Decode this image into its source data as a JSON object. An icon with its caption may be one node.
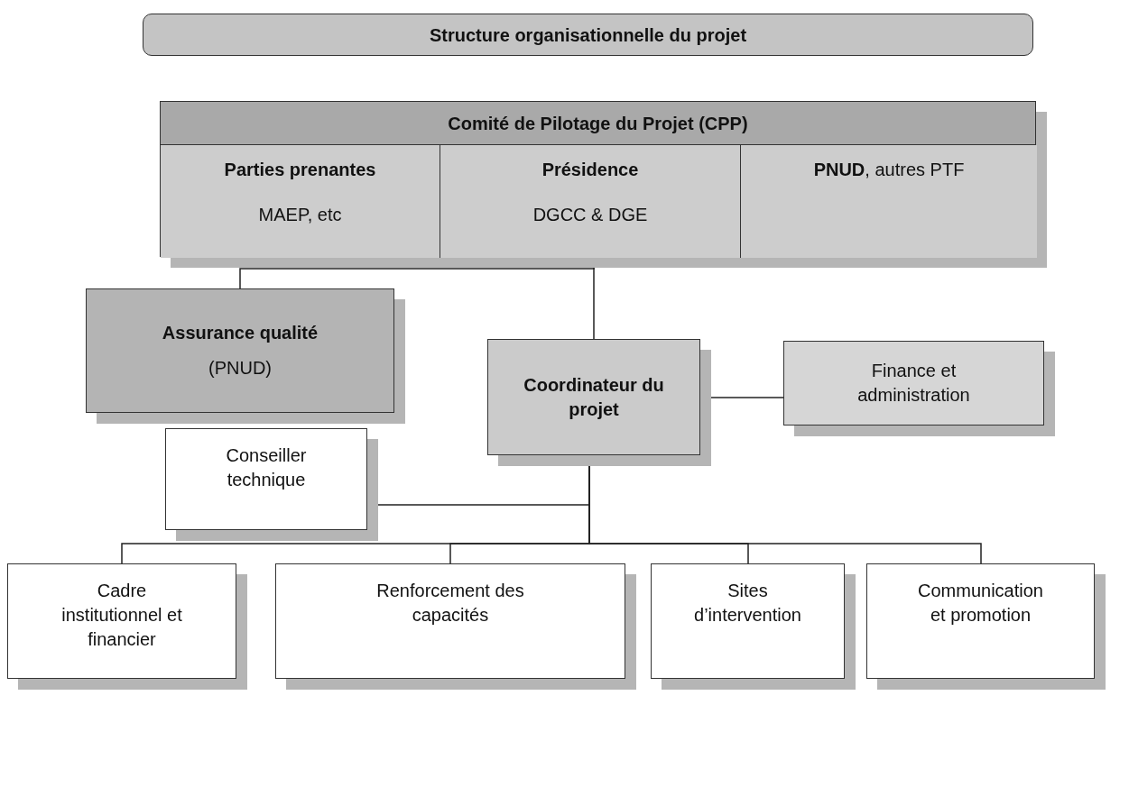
{
  "diagram": {
    "title": "Structure organisationnelle du projet",
    "nodes": [
      {
        "text": [
          "Comité de Pilotage du Projet (CPP)"
        ]
      },
      {
        "text": [
          "Parties prenantes",
          "MAEP, etc"
        ],
        "in": 0
      },
      {
        "text": [
          "Présidence",
          "DGCC & DGE"
        ],
        "in": 0
      },
      {
        "text": [
          "**PNUD**, autres PTF"
        ],
        "in": 0
      },
      {
        "text": [
          "Assurance qualité",
          "(PNUD)"
        ]
      },
      {
        "text": [
          "Coordinateur du projet"
        ]
      },
      {
        "text": [
          "Finance et administration"
        ]
      },
      {
        "text": [
          "Conseiller technique"
        ]
      },
      {
        "text": [
          "Cadre institutionnel et financier"
        ]
      },
      {
        "text": [
          "Renforcement des capacités"
        ]
      },
      {
        "text": [
          "Sites d’intervention"
        ]
      },
      {
        "text": [
          "Communication et promotion"
        ]
      }
    ],
    "edges": [
      {
        "from": 0,
        "to": 4,
        "arrow": "none"
      },
      {
        "from": 0,
        "to": 5,
        "arrow": "none"
      },
      {
        "from": 5,
        "to": 6,
        "arrow": "none"
      },
      {
        "from": 5,
        "to": 7,
        "arrow": "none"
      },
      {
        "from": 5,
        "to": 8,
        "arrow": "none"
      },
      {
        "from": 5,
        "to": 9,
        "arrow": "none"
      },
      {
        "from": 5,
        "to": 10,
        "arrow": "none"
      },
      {
        "from": 5,
        "to": 11,
        "arrow": "none"
      }
    ]
  }
}
